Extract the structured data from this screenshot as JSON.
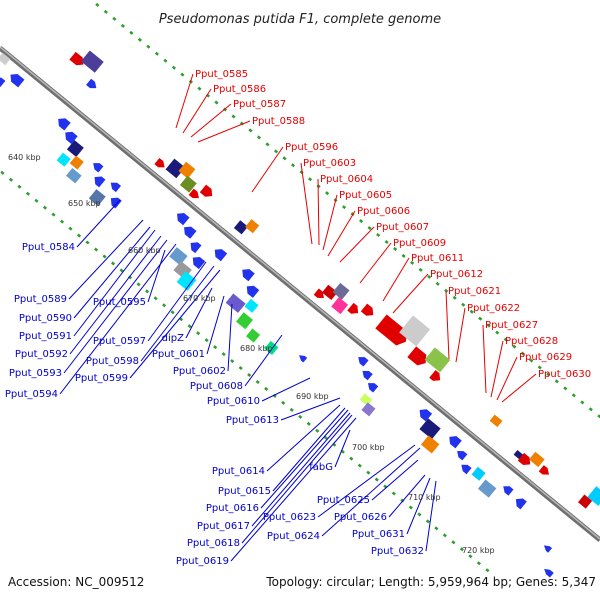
{
  "title": "Pseudomonas putida F1, complete genome",
  "footer": {
    "accession": "Accession: NC_009512",
    "topology": "Topology: circular; Length: 5,959,964 bp; Genes: 5,347"
  },
  "colors": {
    "forward_label": "#e60000",
    "reverse_label": "#0000cc",
    "backbone": "#999999",
    "ruler_dots": "#2e9e2e"
  },
  "ticks": [
    "640 kbp",
    "650 kbp",
    "660 kbp",
    "670 kbp",
    "680 kbp",
    "690 kbp",
    "700 kbp",
    "710 kbp",
    "720 kbp"
  ],
  "forward_labels": [
    "Pput_0585",
    "Pput_0586",
    "Pput_0587",
    "Pput_0588",
    "Pput_0596",
    "Pput_0603",
    "Pput_0604",
    "Pput_0605",
    "Pput_0606",
    "Pput_0607",
    "Pput_0609",
    "Pput_0611",
    "Pput_0612",
    "Pput_0621",
    "Pput_0622",
    "Pput_0627",
    "Pput_0628",
    "Pput_0629",
    "Pput_0630"
  ],
  "reverse_labels": [
    "Pput_0584",
    "Pput_0589",
    "Pput_0590",
    "Pput_0591",
    "Pput_0592",
    "Pput_0593",
    "Pput_0594",
    "Pput_0595",
    "Pput_0597",
    "Pput_0598",
    "Pput_0599",
    "dipZ",
    "Pput_0601",
    "Pput_0602",
    "Pput_0608",
    "Pput_0610",
    "Pput_0613",
    "Pput_0614",
    "Pput_0615",
    "Pput_0616",
    "Pput_0617",
    "Pput_0618",
    "Pput_0619",
    "fabG",
    "Pput_0623",
    "Pput_0624",
    "Pput_0625",
    "Pput_0626",
    "Pput_0631",
    "Pput_0632"
  ]
}
